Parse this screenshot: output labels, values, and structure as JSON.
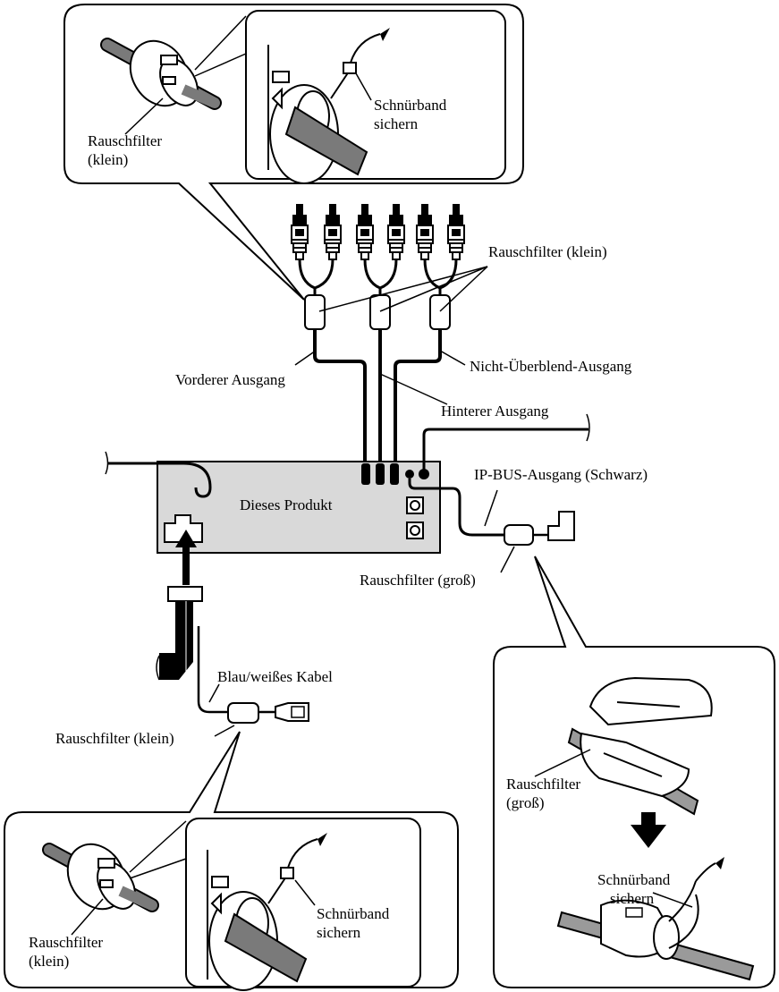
{
  "labels": {
    "top_callout_filter_l1": "Rauschfilter",
    "top_callout_filter_l2": "(klein)",
    "top_callout_secure_l1": "Schnürband",
    "top_callout_secure_l2": "sichern",
    "filters_small": "Rauschfilter (klein)",
    "front_output": "Vorderer Ausgang",
    "nonfade_output": "Nicht-Überblend-Ausgang",
    "rear_output": "Hinterer Ausgang",
    "ipbus_output": "IP-BUS-Ausgang (Schwarz)",
    "product": "Dieses Produkt",
    "filter_large": "Rauschfilter (groß)",
    "blue_white_cable": "Blau/weißes Kabel",
    "filter_small_bottom": "Rauschfilter (klein)",
    "bottom_callout_filter_l1": "Rauschfilter",
    "bottom_callout_filter_l2": "(klein)",
    "bottom_callout_secure_l1": "Schnürband",
    "bottom_callout_secure_l2": "sichern",
    "right_callout_filter_l1": "Rauschfilter",
    "right_callout_filter_l2": "(groß)",
    "right_callout_secure_l1": "Schnürband",
    "right_callout_secure_l2": "sichern"
  },
  "colors": {
    "line": "#000000",
    "product_fill": "#d9d9d9",
    "cable_gray": "#7a7a7a",
    "filter_fill": "#ffffff"
  }
}
